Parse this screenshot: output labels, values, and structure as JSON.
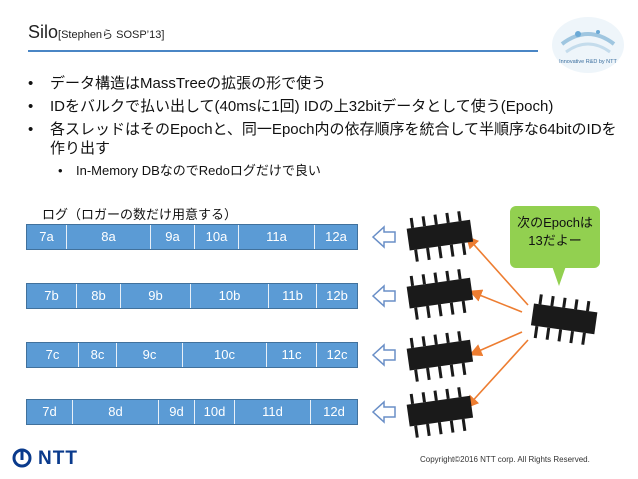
{
  "header": {
    "title": "Silo",
    "subtitle": "[Stephenら SOSP’13]"
  },
  "logo": {
    "text": "Innovative R&D by NTT"
  },
  "bullets": [
    "データ構造はMassTreeの拡張の形で使う",
    "IDをバルクで払い出して(40msに1回) IDの上32bitデータとして使う(Epoch)",
    "各スレッドはそのEpochと、同一Epoch内の依存順序を統合して半順序な64bitのIDを作り出す"
  ],
  "sub_bullet": "In-Memory DBなのでRedoログだけで良い",
  "log_label": "ログ（ロガーの数だけ用意する）",
  "log_rows": [
    [
      "7a",
      "8a",
      "9a",
      "10a",
      "11a",
      "12a"
    ],
    [
      "7b",
      "8b",
      "9b",
      "10b",
      "11b",
      "12b"
    ],
    [
      "7c",
      "8c",
      "9c",
      "10c",
      "11c",
      "12c"
    ],
    [
      "7d",
      "8d",
      "9d",
      "10d",
      "11d",
      "12d"
    ]
  ],
  "callout": {
    "line1": "次のEpochは",
    "line2": "13だよー"
  },
  "footer": {
    "company": "NTT",
    "copyright": "Copyright©2016 NTT corp. All Rights Reserved."
  },
  "colors": {
    "log_fill": "#5b9bd5",
    "title_rule": "#4a86c5",
    "callout": "#92d050",
    "arrow_line": "#ed7d31"
  }
}
